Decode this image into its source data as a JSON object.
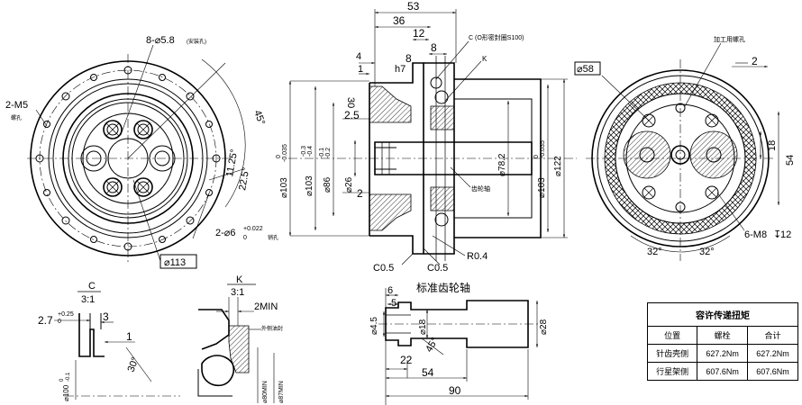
{
  "front_view": {
    "holes_label": "8-⌀5.8",
    "holes_note": "(安装孔)",
    "tap_label": "2-M5",
    "tap_note": "螺孔",
    "pin_label": "2-⌀6",
    "pin_tol_upper": "+0.022",
    "pin_tol_lower": "0",
    "pin_note": "销孔",
    "outer_dia": "⌀113",
    "angle_45": "45°",
    "angle_11_25": "11.25°",
    "angle_22_5": "22.5°"
  },
  "section_view": {
    "dim_53": "53",
    "dim_36": "36",
    "dim_12": "12",
    "dim_8": "8",
    "dim_4": "4",
    "dim_1": "1",
    "dim_h7": "h7",
    "dim_30": "30",
    "dim_2_5": "2.5",
    "dim_2": "2",
    "c_note": "C (O形密封圈S100)",
    "k_note": "K",
    "d103a": "⌀103",
    "d103a_tol_upper": "0",
    "d103a_tol_lower": "-0.035",
    "d103b": "⌀103",
    "d103b_tol_upper": "-0.3",
    "d103b_tol_lower": "-0.4",
    "d86": "⌀86",
    "d86_tol_upper": "-0.1",
    "d86_tol_lower": "-0.2",
    "d26": "⌀26",
    "d78": "⌀78.2",
    "d103c": "⌀103",
    "d103c_tol_upper": "0",
    "d103c_tol_lower": "-0.035",
    "d122": "⌀122",
    "gear_shaft": "齿轮轴",
    "c05a": "C0.5",
    "c05b": "C0.5",
    "r04": "R0.4"
  },
  "rear_view": {
    "d58": "⌀58",
    "process_note": "加工用螺孔",
    "dim_2": "2",
    "dim_18": "18",
    "dim_54": "54",
    "tap_label": "6-M8",
    "tap_depth": "12",
    "angle_a": "32°",
    "angle_b": "32°"
  },
  "detail_c": {
    "title": "C",
    "scale": "3:1",
    "dim_27": "2.7",
    "dim_27_tol_upper": "+0.25",
    "dim_27_tol_lower": "0",
    "dim_3": "3",
    "dim_1": "1",
    "angle": "30°",
    "dia": "⌀100",
    "dia_tol_upper": "0",
    "dia_tol_lower": "-0.1"
  },
  "detail_k": {
    "title": "K",
    "scale": "3:1",
    "dim_2min": "2MIN",
    "note": "外侧油封",
    "d80": "⌀80MIN",
    "d87": "⌀87MIN"
  },
  "std_shaft": {
    "title": "标准齿轮轴",
    "dim_6": "6",
    "dim_5": "5",
    "dim_45": "⌀4.5",
    "dim_18": "⌀18",
    "dim_28": "⌀28",
    "dim_22": "22",
    "angle": "45°",
    "dim_54": "54",
    "dim_90": "90"
  },
  "torque_table": {
    "title": "容许传递扭矩",
    "headers": [
      "位置",
      "螺栓",
      "合计"
    ],
    "rows": [
      [
        "针齿壳侧",
        "627.2Nm",
        "627.2Nm"
      ],
      [
        "行星架侧",
        "607.6Nm",
        "607.6Nm"
      ]
    ]
  }
}
